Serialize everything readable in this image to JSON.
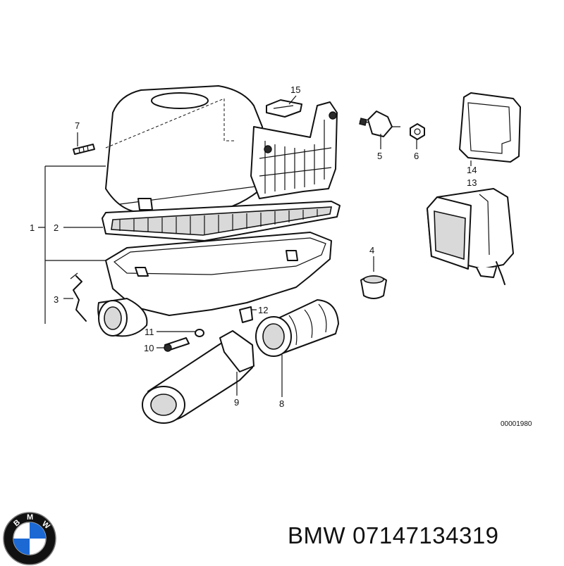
{
  "diagram": {
    "callouts": [
      "1",
      "2",
      "3",
      "4",
      "5",
      "6",
      "7",
      "8",
      "9",
      "10",
      "11",
      "12",
      "13",
      "14",
      "15"
    ],
    "reference_number": "00001980"
  },
  "caption": {
    "brand": "BMW",
    "part_number": "07147134319"
  },
  "logo": {
    "icon": "bmw-roundel-icon",
    "letters": [
      "B",
      "M",
      "W"
    ],
    "colors": {
      "blue": "#1c69d4",
      "white": "#ffffff",
      "black": "#111111"
    }
  }
}
